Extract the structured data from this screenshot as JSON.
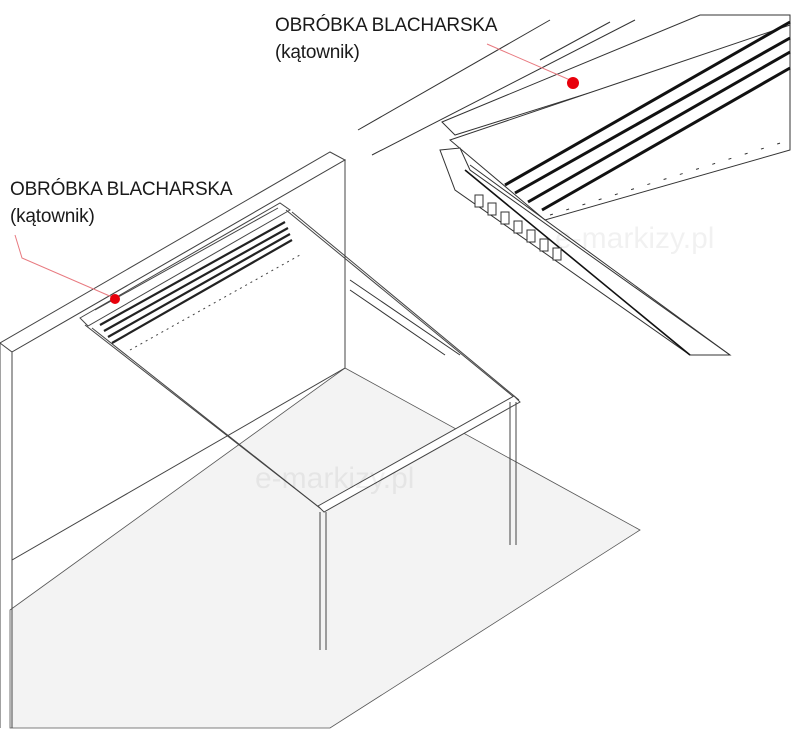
{
  "callouts": [
    {
      "title": "OBRÓBKA BLACHARSKA",
      "subtitle": "(kątownik)"
    },
    {
      "title": "OBRÓBKA BLACHARSKA",
      "subtitle": "(kątownik)"
    }
  ],
  "watermarks": [
    "e-markizy.pl",
    "e-markizy.pl"
  ],
  "colors": {
    "marker": "#e8000b",
    "leader": "#e87a80",
    "line": "#333333",
    "floor": "#f2f2f2"
  }
}
